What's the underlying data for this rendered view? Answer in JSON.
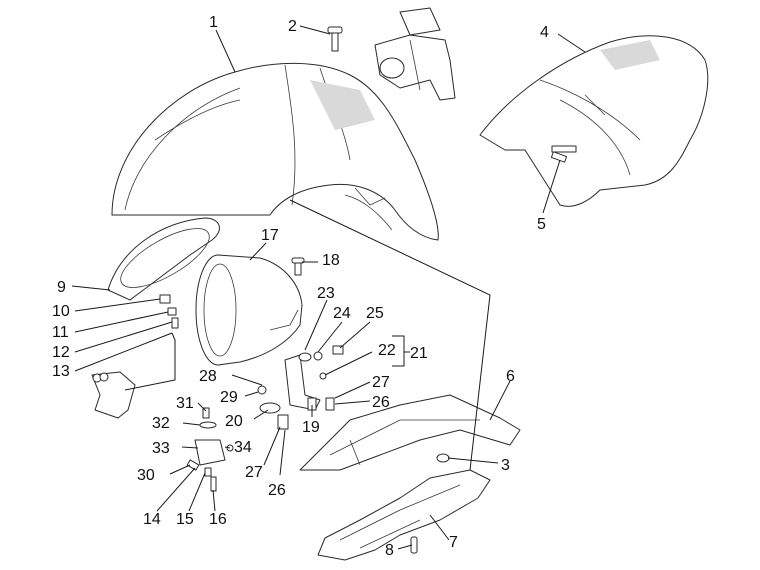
{
  "callouts": {
    "c1": "1",
    "c2": "2",
    "c3": "3",
    "c4": "4",
    "c5": "5",
    "c6": "6",
    "c7": "7",
    "c8": "8",
    "c9": "9",
    "c10": "10",
    "c11": "11",
    "c12": "12",
    "c13": "13",
    "c14": "14",
    "c15": "15",
    "c16": "16",
    "c17": "17",
    "c18": "18",
    "c19": "19",
    "c20": "20",
    "c21": "21",
    "c22": "22",
    "c23": "23",
    "c24": "24",
    "c25": "25",
    "c26a": "26",
    "c26b": "26",
    "c27a": "27",
    "c27b": "27",
    "c28": "28",
    "c29": "29",
    "c30": "30",
    "c31": "31",
    "c32": "32",
    "c33": "33",
    "c34": "34"
  }
}
